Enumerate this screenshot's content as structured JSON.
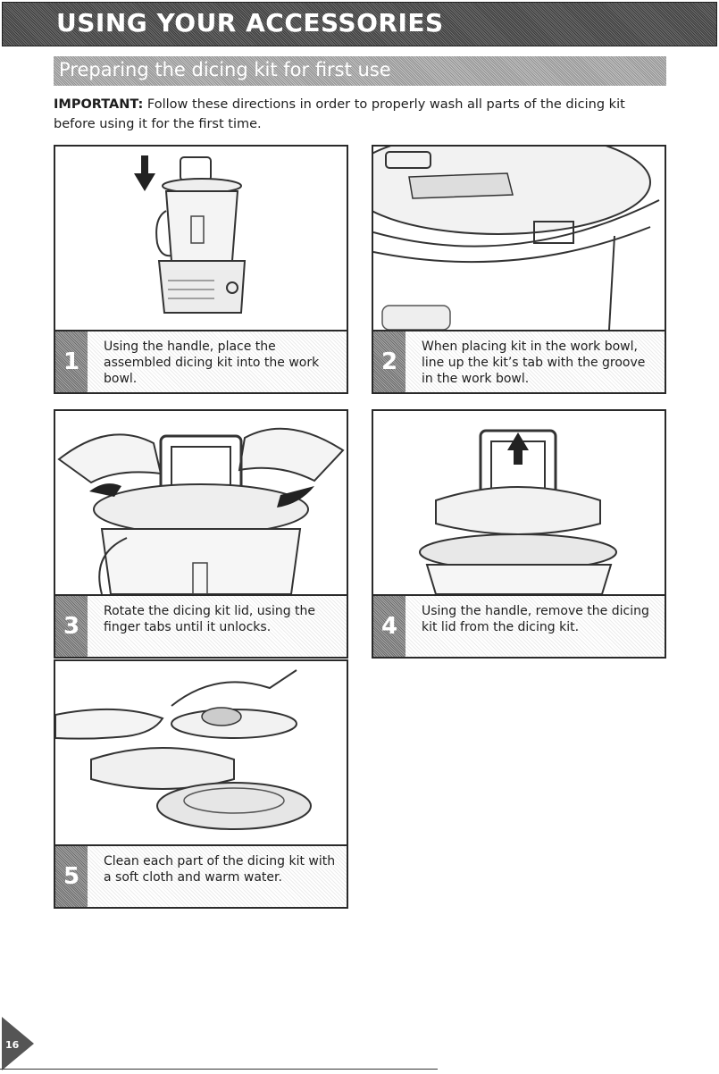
{
  "header": {
    "title": "USING YOUR ACCESSORIES"
  },
  "section": {
    "title": "Preparing the dicing kit for first use"
  },
  "intro": {
    "label": "IMPORTANT:",
    "text": "Follow these directions in order to properly wash all parts of the dicing kit before using it for the first time."
  },
  "steps": [
    {
      "number": "1",
      "text": "Using the handle, place the assembled dicing kit into the work bowl."
    },
    {
      "number": "2",
      "text": "When placing kit in the work bowl, line up the kit’s tab with the groove in the work bowl."
    },
    {
      "number": "3",
      "text": "Rotate the dicing kit lid, using the finger tabs until it unlocks."
    },
    {
      "number": "4",
      "text": "Using the handle, remove the dicing kit lid from the dicing kit."
    },
    {
      "number": "5",
      "text": "Clean each part of the dicing kit with a soft cloth and warm water."
    }
  ],
  "footer": {
    "page_number": "16"
  }
}
